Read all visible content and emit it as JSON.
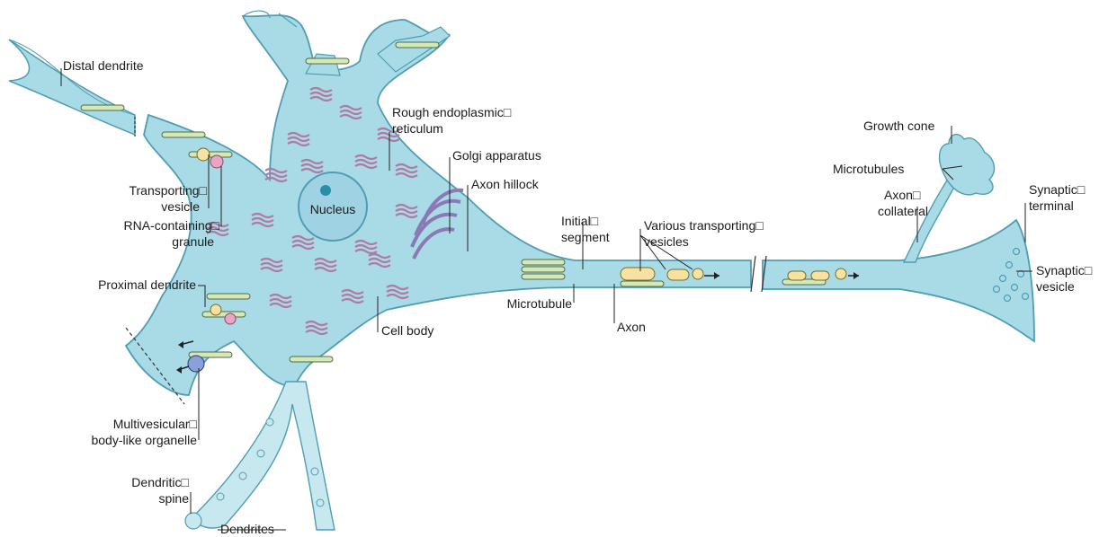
{
  "labels": {
    "distal_dendrite": "Distal dendrite",
    "rough_er": [
      "Rough endoplasmic□",
      "reticulum"
    ],
    "golgi": "Golgi apparatus",
    "axon_hillock": "Axon hillock",
    "nucleus": "Nucleus",
    "transporting_vesicle": [
      "Transporting□",
      "vesicle"
    ],
    "rna_granule": [
      "RNA-containing□",
      "granule"
    ],
    "proximal_dendrite": "Proximal dendrite",
    "cell_body": "Cell body",
    "multivesicular": [
      "Multivesicular□",
      "body-like organelle"
    ],
    "dendritic_spine": [
      "Dendritic□",
      "spine"
    ],
    "dendrites": "Dendrites",
    "initial_segment": [
      "Initial□",
      "segment"
    ],
    "microtubule": "Microtubule",
    "various_vesicles": [
      "Various transporting□",
      "vesicles"
    ],
    "axon": "Axon",
    "growth_cone": "Growth cone",
    "microtubules": "Microtubules",
    "axon_collateral": [
      "Axon□",
      "collateral"
    ],
    "synaptic_terminal": [
      "Synaptic□",
      "terminal"
    ],
    "synaptic_vesicle": [
      "Synaptic□",
      "vesicle"
    ]
  },
  "colors": {
    "cytoplasm": "#a9dbe6",
    "membrane": "#4f9db3",
    "nucleus_fill": "#9fd2e2",
    "nucleolus": "#2a8ea8",
    "rough_er": "#c9a3bf",
    "microtubule_fill": "#d6e8b4",
    "vesicle_fill": "#f6e3a1",
    "golgi": "#8a79b5"
  }
}
